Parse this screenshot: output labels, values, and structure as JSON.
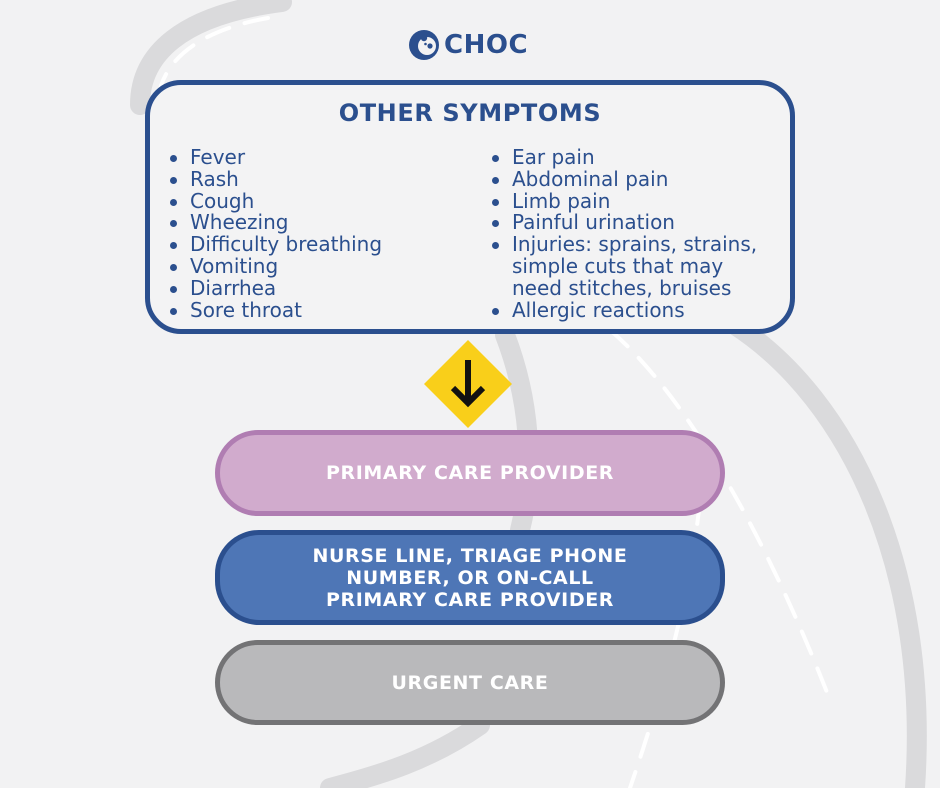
{
  "brand": {
    "name": "CHOC",
    "color": "#2b4f8e",
    "logo_icon": "choc-bear-icon"
  },
  "symptoms_box": {
    "title": "OTHER SYMPTOMS",
    "left_items": [
      "Fever",
      "Rash",
      "Cough",
      "Wheezing",
      "Difficulty breathing",
      "Vomiting",
      "Diarrhea",
      "Sore throat"
    ],
    "right_items": [
      "Ear pain",
      "Abdominal pain",
      "Limb pain",
      "Painful urination",
      "Injuries: sprains, strains,",
      "simple cuts that may",
      "need stitches, bruises",
      "Allergic reactions"
    ],
    "border_color": "#2b4f8e"
  },
  "arrow_sign": {
    "icon": "down-arrow-sign-icon",
    "fill_color": "#f9cf1a"
  },
  "care_options": [
    {
      "label": "PRIMARY CARE PROVIDER",
      "color": "#d1abcd",
      "border_color": "#b07db2"
    },
    {
      "label": "NURSE LINE, TRIAGE PHONE NUMBER, OR ON-CALL PRIMARY CARE PROVIDER",
      "color": "#4e76b6",
      "border_color": "#2b4f8e"
    },
    {
      "label": "URGENT CARE",
      "color": "#b9b9bb",
      "border_color": "#737375"
    }
  ],
  "background_color": "#f2f2f3"
}
